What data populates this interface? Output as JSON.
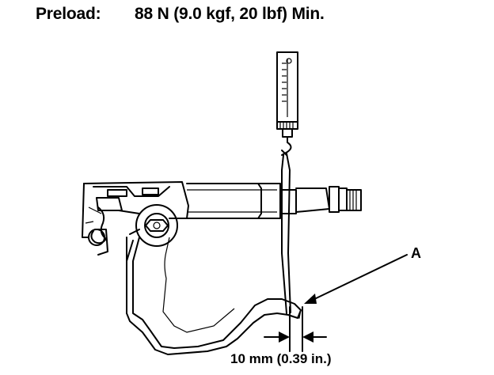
{
  "preload": {
    "label": "Preload:",
    "value": "88 N (9.0 kgf, 20 lbf) Min."
  },
  "callout": {
    "letter": "A"
  },
  "dimension": {
    "text": "10 mm (0.39 in.)"
  }
}
